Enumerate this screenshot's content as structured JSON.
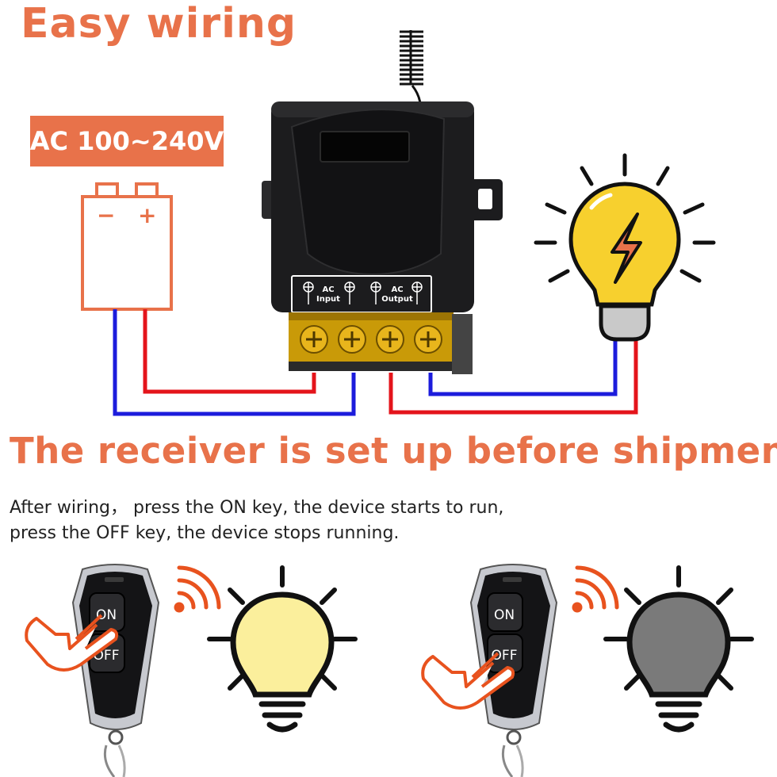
{
  "headline": "Easy wiring",
  "voltage_label": "AC 100~240V",
  "receiver": {
    "input_label_1": "AC",
    "input_label_2": "Input",
    "output_label_1": "AC",
    "output_label_2": "Output"
  },
  "setup_heading": "The receiver is set up before shipment",
  "description": {
    "line1": "After wiring， press the ON key, the device starts to run,",
    "line2": "press the OFF key, the device stops running."
  },
  "remotes": {
    "on_label": "ON",
    "off_label": "OFF"
  },
  "battery_signs": {
    "minus": "−",
    "plus": "+"
  },
  "colors": {
    "accent": "#e8724a",
    "wire_red": "#e4141b",
    "wire_blue": "#1c1cdc",
    "bulb_on": "#f7d02e",
    "bulb_lit": "#fbef9c",
    "bulb_off": "#7a7a7a",
    "receiver_body": "#1c1c1e"
  }
}
